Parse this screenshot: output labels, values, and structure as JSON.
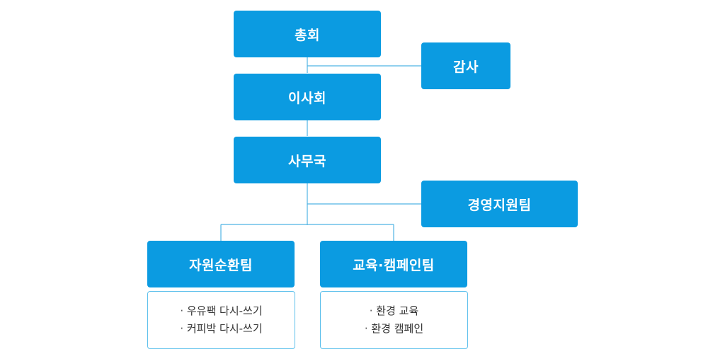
{
  "org": {
    "general_assembly": "총회",
    "audit": "감사",
    "board": "이사회",
    "secretariat": "사무국",
    "management_team": "경영지원팀",
    "resource_team": "자원순환팀",
    "education_team": "교육·캠페인팀"
  },
  "resource_team_tasks": [
    "우유팩 다시-쓰기",
    "커피박 다시-쓰기"
  ],
  "education_team_tasks": [
    "환경 교육",
    "환경 캠페인"
  ],
  "colors": {
    "box": "#0b9be1",
    "line": "#4fb4e4",
    "detail_border": "#5cc0ec"
  }
}
